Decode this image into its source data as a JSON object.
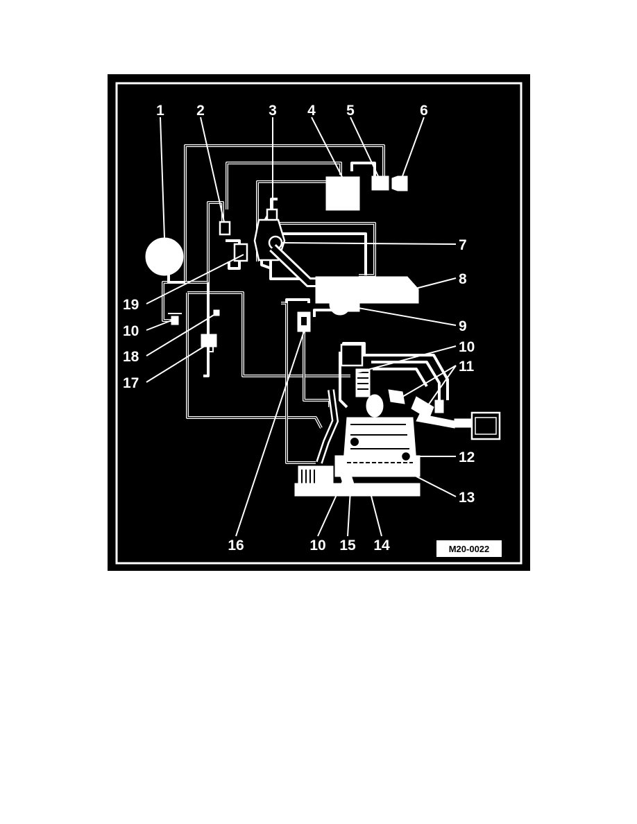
{
  "figure": {
    "figure_code": "M20-0022",
    "callouts": [
      "1",
      "2",
      "3",
      "4",
      "5",
      "6",
      "7",
      "8",
      "9",
      "10",
      "10",
      "11",
      "12",
      "13",
      "10",
      "15",
      "14",
      "16",
      "17",
      "18",
      "19"
    ]
  },
  "colors": {
    "background": "#000000",
    "lines": "#ffffff",
    "page": "#ffffff"
  }
}
